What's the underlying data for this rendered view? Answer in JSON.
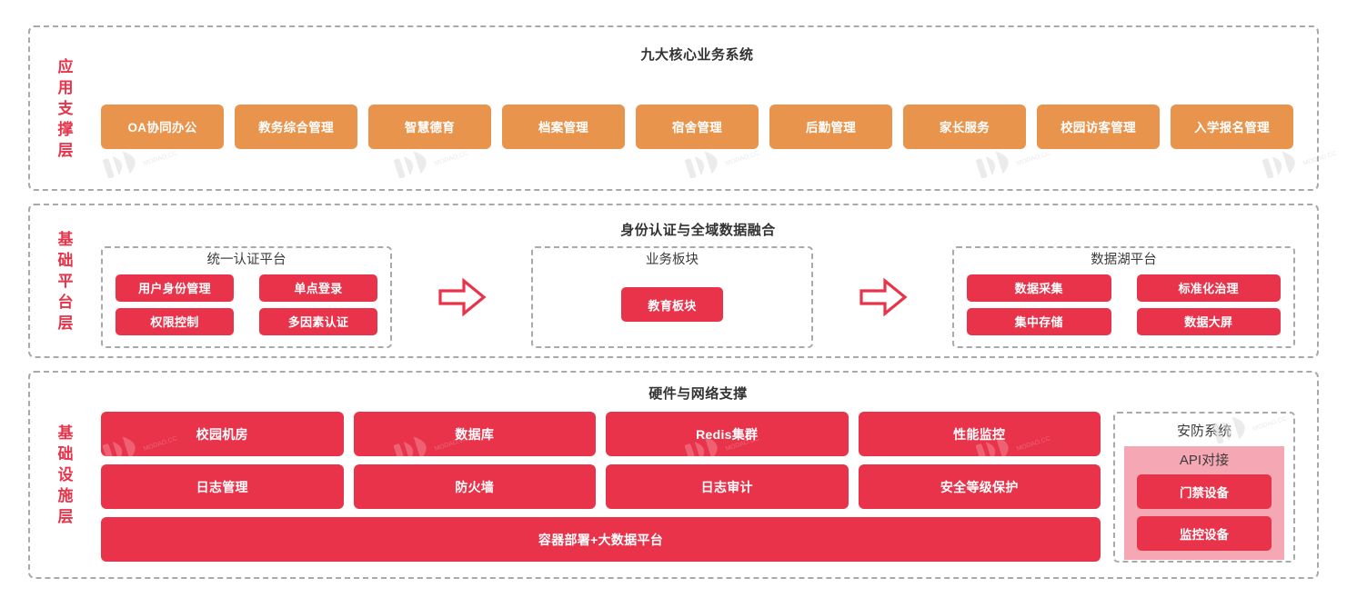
{
  "theme": {
    "orange": "#E8944D",
    "red": "#E8334A",
    "pink": "#F5A8B4",
    "dashed_border": "#A9A9A9",
    "title_text": "#333333"
  },
  "layers": [
    {
      "id": "application-support-layer",
      "label_chars": [
        "应",
        "用",
        "支",
        "撑",
        "层"
      ],
      "title": "九大核心业务系统",
      "systems": [
        "OA协同办公",
        "教务综合管理",
        "智慧德育",
        "档案管理",
        "宿舍管理",
        "后勤管理",
        "家长服务",
        "校园访客管理",
        "入学报名管理"
      ]
    },
    {
      "id": "base-platform-layer",
      "label_chars": [
        "基",
        "础",
        "平",
        "台",
        "层"
      ],
      "title": "身份认证与全域数据融合",
      "groups": [
        {
          "id": "unified-auth-platform",
          "title": "统一认证平台",
          "items": [
            "用户身份管理",
            "单点登录",
            "权限控制",
            "多因素认证"
          ]
        },
        {
          "id": "business-module",
          "title": "业务板块",
          "items": [
            "教育板块"
          ]
        },
        {
          "id": "data-lake-platform",
          "title": "数据湖平台",
          "items": [
            "数据采集",
            "标准化治理",
            "集中存储",
            "数据大屏"
          ]
        }
      ],
      "arrow_icon": "right-arrow-icon"
    },
    {
      "id": "infrastructure-layer",
      "label_chars": [
        "基",
        "础",
        "设",
        "施",
        "层"
      ],
      "title": "硬件与网络支撑",
      "grid_items": [
        "校园机房",
        "数据库",
        "Redis集群",
        "性能监控",
        "日志管理",
        "防火墙",
        "日志审计",
        "安全等级保护"
      ],
      "wide_item": "容器部署+大数据平台",
      "security": {
        "id": "security-system",
        "title": "安防系统",
        "api_title": "API对接",
        "devices": [
          "门禁设备",
          "监控设备"
        ]
      }
    }
  ],
  "watermark": {
    "name": "modao-watermark",
    "text": "MODAO.CC"
  }
}
